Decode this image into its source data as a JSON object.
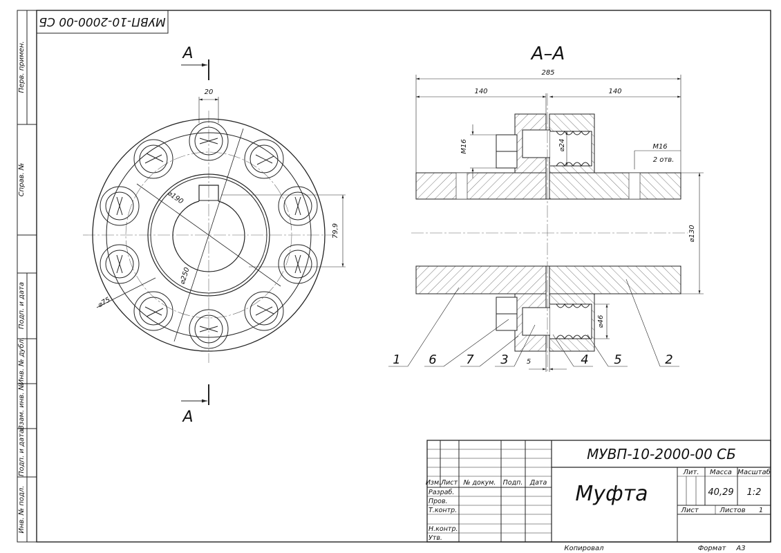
{
  "top_designation_rotated": "МУВП-10-2000-00 СБ",
  "margin_labels": [
    "Перв. примен.",
    "Справ. №",
    "Подп. и дата",
    "Инв. № дубл.",
    "Взам. инв. №",
    "Подп. и дата",
    "Инв. № подл."
  ],
  "front_view": {
    "section_mark_top": "А",
    "section_mark_bottom": "А",
    "dims": {
      "keyway_width": "20",
      "d190": "⌀190",
      "d250": "⌀250",
      "d75": "⌀75",
      "key_depth": "79,9"
    }
  },
  "section_view": {
    "title": "А–А",
    "dims": {
      "overall": "285",
      "left": "140",
      "right": "140",
      "bolt": "М16",
      "pin": "⌀24",
      "tap": "М16",
      "tap_count": "2 отв.",
      "bore": "⌀130",
      "sleeve": "⌀46",
      "gap": "5"
    },
    "leaders": [
      "1",
      "6",
      "7",
      "3",
      "4",
      "5",
      "2"
    ]
  },
  "title_block": {
    "designation": "МУВП-10-2000-00 СБ",
    "name": "Муфта",
    "col_headers": [
      "Изм.",
      "Лист",
      "№ докум.",
      "Подп.",
      "Дата"
    ],
    "rows": [
      "Разраб.",
      "Пров.",
      "Т.контр.",
      "Н.контр.",
      "Утв."
    ],
    "lit_label": "Лит.",
    "mass_label": "Масса",
    "scale_label": "Масштаб",
    "mass": "40,29",
    "scale": "1:2",
    "sheet_label": "Лист",
    "sheets_label": "Листов",
    "sheets_count": "1"
  },
  "footer": {
    "copied": "Копировал",
    "format_label": "Формат",
    "format": "А3"
  }
}
